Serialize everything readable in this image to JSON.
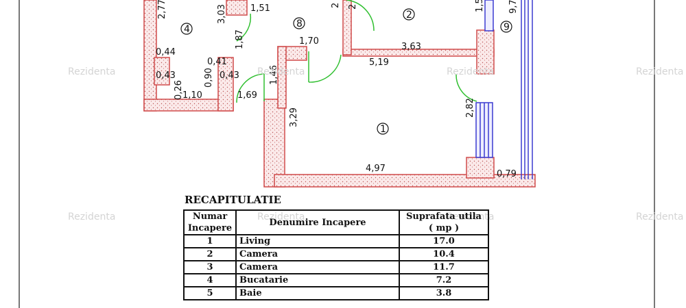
{
  "watermark": "Rezidenta",
  "plan": {
    "dimensions": [
      "2,77",
      "3,03",
      "1,51",
      "2",
      "2",
      "1,5",
      "9,7",
      "1,70",
      "3,63",
      "5,19",
      "1,87",
      "0,44",
      "0,41",
      "0,43",
      "0,90",
      "0,43",
      "0,26",
      "1,10",
      "1,46",
      "1,69",
      "3,29",
      "2,82",
      "4,97",
      "0,79"
    ],
    "rooms": [
      "1",
      "2",
      "4",
      "8",
      "9"
    ],
    "colors": {
      "wall": "#d04a4a",
      "door": "#2fbf2f",
      "window": "#3a3ad0"
    }
  },
  "recap": {
    "title": "RECAPITULATIE",
    "headers": {
      "numar_line1": "Numar",
      "numar_line2": "Incapere",
      "denumire": "Denumire Incapere",
      "suprafata_line1": "Suprafata utila",
      "suprafata_line2": "( mp )"
    },
    "rows": [
      {
        "num": "1",
        "name": "Living",
        "area": "17.0"
      },
      {
        "num": "2",
        "name": "Camera",
        "area": "10.4"
      },
      {
        "num": "3",
        "name": "Camera",
        "area": "11.7"
      },
      {
        "num": "4",
        "name": "Bucatarie",
        "area": "7.2"
      },
      {
        "num": "5",
        "name": "Baie",
        "area": "3.8"
      }
    ]
  }
}
